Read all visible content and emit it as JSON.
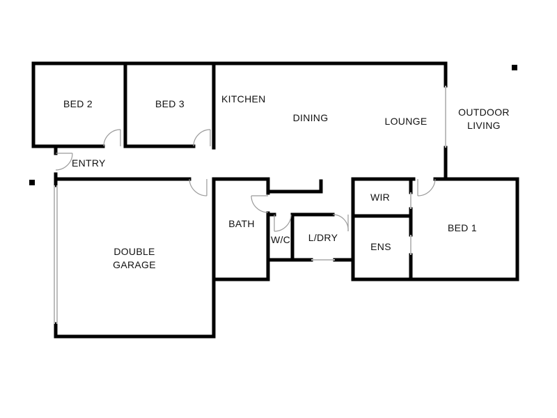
{
  "rooms": {
    "bed2": "BED 2",
    "bed3": "BED 3",
    "kitchen": "KITCHEN",
    "dining": "DINING",
    "lounge": "LOUNGE",
    "outdoor_1": "OUTDOOR",
    "outdoor_2": "LIVING",
    "entry": "ENTRY",
    "wir": "WIR",
    "bed1": "BED 1",
    "bath": "BATH",
    "wc": "W/C",
    "ldry": "L/DRY",
    "ens": "ENS",
    "garage_1": "DOUBLE",
    "garage_2": "GARAGE"
  },
  "colors": {
    "wall": "#000000",
    "door": "#9a9a9a",
    "glazing": "#bdbdbd"
  }
}
